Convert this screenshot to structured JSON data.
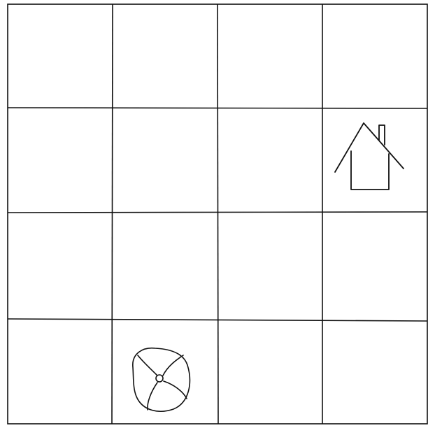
{
  "grid": {
    "rows": 4,
    "columns": 4,
    "line_color": "#111111",
    "background": "#ffffff"
  },
  "cells": [
    {
      "row": 2,
      "column": 4,
      "content": "house-icon"
    },
    {
      "row": 4,
      "column": 2,
      "content": "ball-icon"
    }
  ]
}
